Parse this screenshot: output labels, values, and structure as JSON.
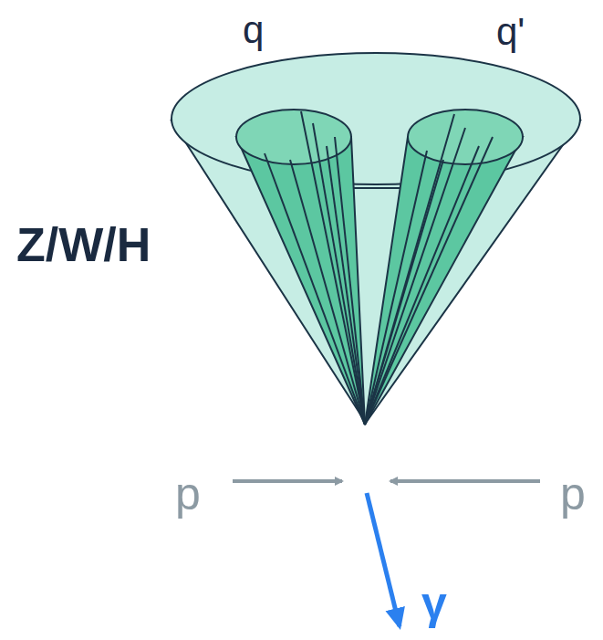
{
  "diagram": {
    "labels": [
      "q",
      "q'",
      "Z/W/H",
      "p",
      "p",
      "γ"
    ]
  }
}
